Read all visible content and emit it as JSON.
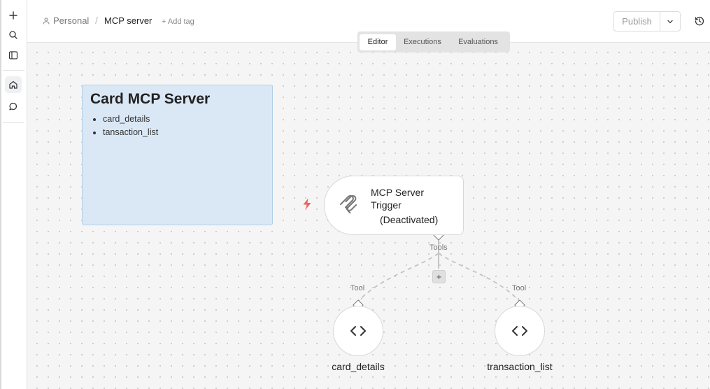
{
  "header": {
    "breadcrumb_root": "Personal",
    "breadcrumb_separator": "/",
    "breadcrumb_current": "MCP server",
    "add_tag": "+ Add tag",
    "publish_label": "Publish"
  },
  "tabs": [
    {
      "label": "Editor",
      "active": true
    },
    {
      "label": "Executions",
      "active": false
    },
    {
      "label": "Evaluations",
      "active": false
    }
  ],
  "sticky_note": {
    "title": "Card MCP Server",
    "items": [
      "card_details",
      "tansaction_list"
    ],
    "color": "#dae8f6"
  },
  "trigger_node": {
    "title": "MCP Server Trigger",
    "status": "(Deactivated)",
    "icon": "mcp-icon",
    "trigger_icon": "lightning-bolt-icon",
    "trigger_color": "#f0605d"
  },
  "connections": {
    "output_label": "Tools",
    "input_label_left": "Tool",
    "input_label_right": "Tool"
  },
  "tool_nodes": [
    {
      "label": "card_details",
      "icon": "code-icon"
    },
    {
      "label": "transaction_list",
      "icon": "code-icon"
    }
  ],
  "left_rail": {
    "icons": [
      "plus-icon",
      "search-icon",
      "sidebar-icon",
      "home-icon",
      "chat-icon"
    ]
  }
}
